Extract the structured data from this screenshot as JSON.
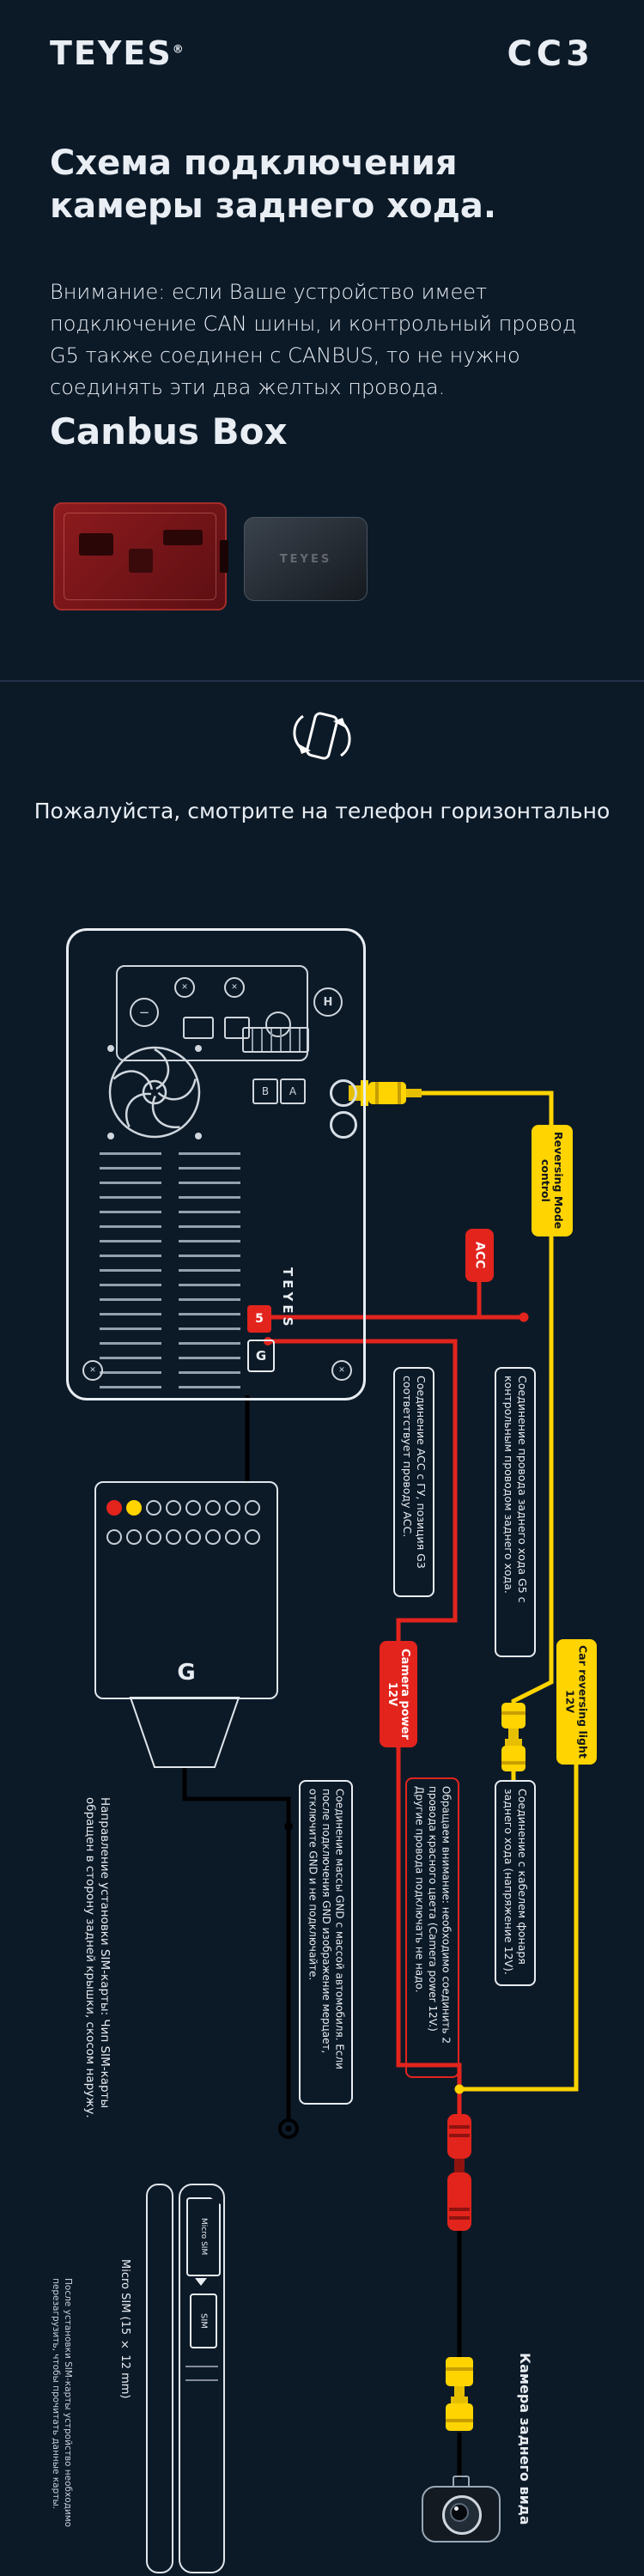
{
  "header": {
    "brand": "TEYES",
    "brand_reg": "®",
    "model": "CC3"
  },
  "intro": {
    "title": "Схема подключения камеры заднего хода.",
    "warning": "Внимание: если Ваше устройство имеет подключение CAN шины, и контрольный провод G5 также соединен с CANBUS, то не нужно соединять эти два желтых провода.",
    "canbus_heading": "Canbus Box",
    "rotate_hint": "Пожалуйста, смотрите на телефон горизонтально"
  },
  "colors": {
    "background": "#0c1a28",
    "yellow": "#ffd400",
    "red": "#e2241d",
    "line": "#e8edf2"
  },
  "icons": {
    "screw_cross": "✕",
    "screw_minus": "−"
  },
  "diagram": {
    "unit": {
      "brand": "TEYES",
      "port_b": "B",
      "port_a": "A",
      "pin_5": "5",
      "socket_g": "G",
      "marking_h": "H"
    },
    "connector_block": {
      "label": "G"
    },
    "labels": {
      "reversing_mode": "Reversing Mode control",
      "acc": "ACC",
      "camera_power": "Camera power 12V",
      "car_reversing_light": "Car reversing light 12V"
    },
    "notes": {
      "acc_note": "Соединение ACC с ГУ, позиция G3 соответствует проводу ACC.",
      "reverse_wire_note": "Соединение провода заднего хода G5 с контрольным проводом заднего хода.",
      "lamp_cable_note": "Соединение с кабелем фонаря заднего хода (напряжение 12V).",
      "red_wires_note": "Обращаем внимание: необходимо соединить 2 провода красного цвета (Camera power 12V.) Другие провода подключать не надо.",
      "gnd_note": "Соединение массы GND с массой автомобиля. Если после подключения GND изображение мерцает, отключите GND и не подключайте."
    },
    "sim": {
      "direction_note": "Направление установки SIM-карты: Чип SIM-карты обращен в сторону задней крышки, скосом наружу.",
      "size_note": "Micro SIM (15 × 12 mm)",
      "card_label": "Micro SIM",
      "slot_label": "SIM",
      "restart_note": "После установки SIM-карты устройство необходимо перезагрузить, чтобы прочитать данные карты."
    },
    "camera_label": "Камера заднего вида"
  }
}
